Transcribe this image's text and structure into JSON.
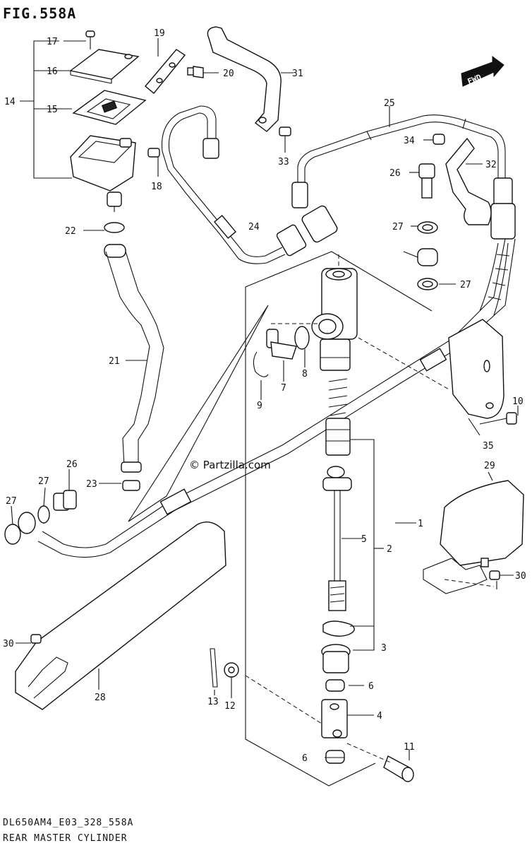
{
  "header": {
    "figure_title": "FIG.558A"
  },
  "footer": {
    "code": "DL650AM4_E03_328_558A",
    "caption": "REAR MASTER CYLINDER"
  },
  "watermark": "© Partzilla.com",
  "fwd_badge": "FWD",
  "callouts": [
    {
      "id": "c17",
      "text": "17"
    },
    {
      "id": "c19",
      "text": "19"
    },
    {
      "id": "c16",
      "text": "16"
    },
    {
      "id": "c20",
      "text": "20"
    },
    {
      "id": "c31",
      "text": "31"
    },
    {
      "id": "c14",
      "text": "14"
    },
    {
      "id": "c15",
      "text": "15"
    },
    {
      "id": "c25",
      "text": "25"
    },
    {
      "id": "c18",
      "text": "18"
    },
    {
      "id": "c33",
      "text": "33"
    },
    {
      "id": "c34",
      "text": "34"
    },
    {
      "id": "c32",
      "text": "32"
    },
    {
      "id": "c22",
      "text": "22"
    },
    {
      "id": "c26a",
      "text": "26"
    },
    {
      "id": "c24",
      "text": "24"
    },
    {
      "id": "c27a",
      "text": "27"
    },
    {
      "id": "c27b",
      "text": "27"
    },
    {
      "id": "c21",
      "text": "21"
    },
    {
      "id": "c7",
      "text": "7"
    },
    {
      "id": "c8",
      "text": "8"
    },
    {
      "id": "c9",
      "text": "9"
    },
    {
      "id": "c10",
      "text": "10"
    },
    {
      "id": "c35",
      "text": "35"
    },
    {
      "id": "c29",
      "text": "29"
    },
    {
      "id": "c26b",
      "text": "26"
    },
    {
      "id": "c27c",
      "text": "27"
    },
    {
      "id": "c23",
      "text": "23"
    },
    {
      "id": "c27d",
      "text": "27"
    },
    {
      "id": "c1",
      "text": "1"
    },
    {
      "id": "c5",
      "text": "5"
    },
    {
      "id": "c2",
      "text": "2"
    },
    {
      "id": "c30a",
      "text": "30"
    },
    {
      "id": "c3",
      "text": "3"
    },
    {
      "id": "c30b",
      "text": "30"
    },
    {
      "id": "c28",
      "text": "28"
    },
    {
      "id": "c6a",
      "text": "6"
    },
    {
      "id": "c13",
      "text": "13"
    },
    {
      "id": "c12",
      "text": "12"
    },
    {
      "id": "c4",
      "text": "4"
    },
    {
      "id": "c11",
      "text": "11"
    },
    {
      "id": "c6b",
      "text": "6"
    }
  ]
}
